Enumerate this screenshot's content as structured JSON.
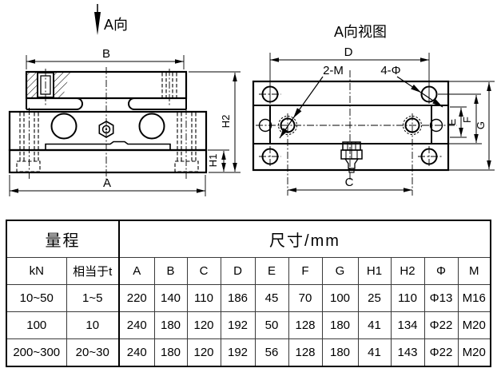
{
  "drawing": {
    "left": {
      "direction_label": "A向",
      "dim_b": "B",
      "dim_a": "A",
      "dim_h1": "H1",
      "dim_h2": "H2"
    },
    "right": {
      "title": "A向视图",
      "label_2m": "2-M",
      "label_4phi": "4-Φ",
      "dim_d": "D",
      "dim_c": "C",
      "dim_e": "E",
      "dim_f": "F",
      "dim_g": "G"
    }
  },
  "table": {
    "header_range": "量程",
    "header_dims": "尺寸/mm",
    "subheaders": [
      "kN",
      "相当于t",
      "A",
      "B",
      "C",
      "D",
      "E",
      "F",
      "G",
      "H1",
      "H2",
      "Φ",
      "M"
    ],
    "rows": [
      [
        "10~50",
        "1~5",
        "220",
        "140",
        "110",
        "186",
        "45",
        "70",
        "100",
        "25",
        "110",
        "Φ13",
        "M16"
      ],
      [
        "100",
        "10",
        "240",
        "180",
        "120",
        "192",
        "50",
        "128",
        "180",
        "41",
        "134",
        "Φ22",
        "M20"
      ],
      [
        "200~300",
        "20~30",
        "240",
        "180",
        "120",
        "192",
        "56",
        "128",
        "180",
        "41",
        "143",
        "Φ22",
        "M20"
      ]
    ]
  }
}
